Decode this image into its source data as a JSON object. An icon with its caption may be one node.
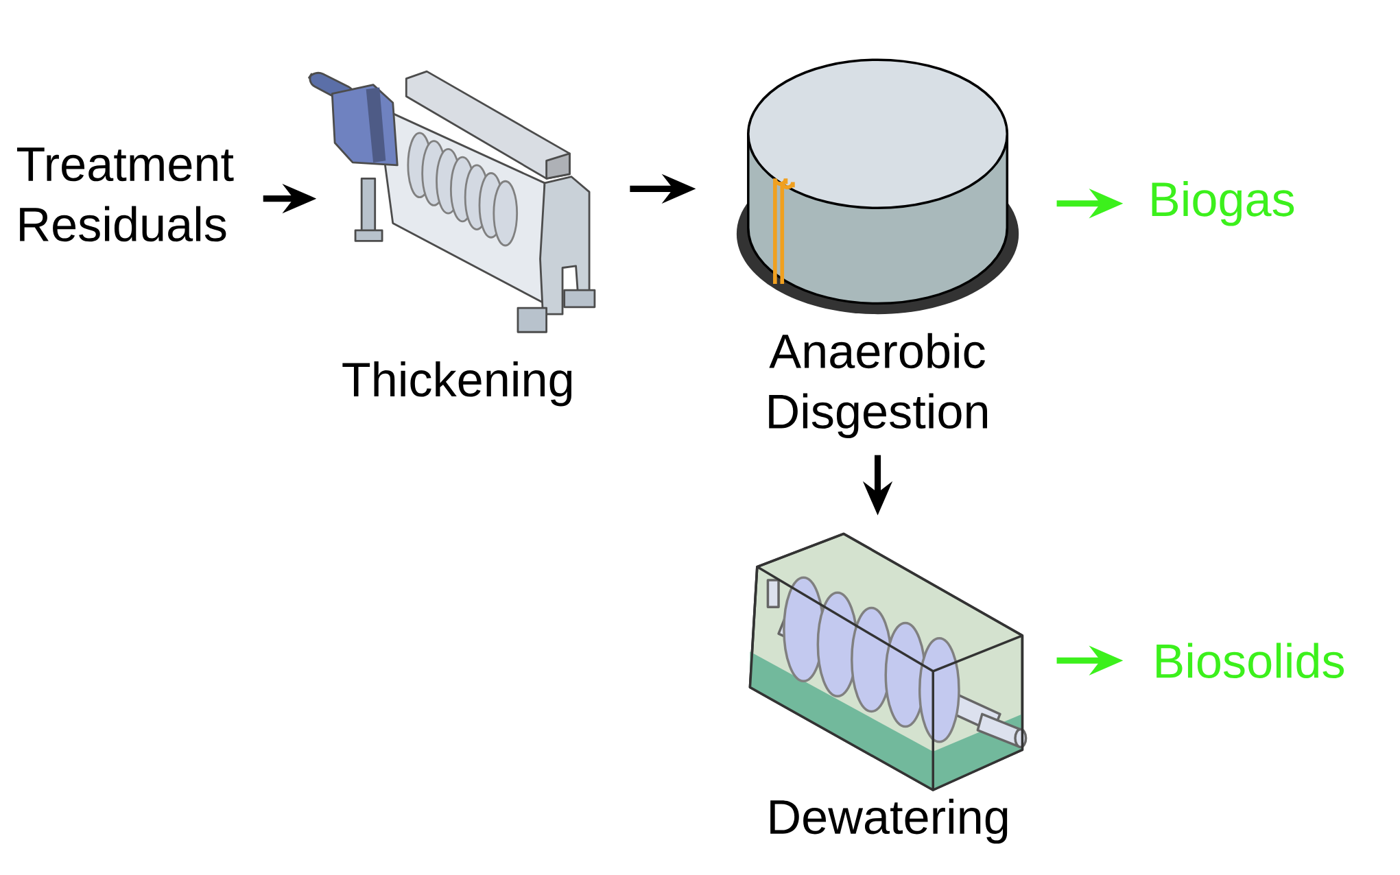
{
  "diagram": {
    "nodes": [
      {
        "text": [
          "Treatment Residuals"
        ]
      },
      {
        "text": [],
        "shape": "picture",
        "beside": [
          "Thickening"
        ]
      },
      {
        "text": [],
        "shape": "picture",
        "beside": [
          "Anaerobic Disgestion"
        ]
      },
      {
        "text": [
          "Biogas"
        ]
      },
      {
        "text": [],
        "shape": "picture",
        "beside": [
          "Dewatering"
        ]
      },
      {
        "text": [
          "Biosolids"
        ]
      }
    ],
    "edges": [
      {
        "from": 0,
        "to": 1,
        "arrow": "to"
      },
      {
        "from": 1,
        "to": 2,
        "arrow": "to"
      },
      {
        "from": 2,
        "to": 3,
        "arrow": "to",
        "color": "#3cf01c"
      },
      {
        "from": 2,
        "to": 4,
        "arrow": "to"
      },
      {
        "from": 4,
        "to": 5,
        "arrow": "to",
        "color": "#3cf01c"
      }
    ]
  }
}
